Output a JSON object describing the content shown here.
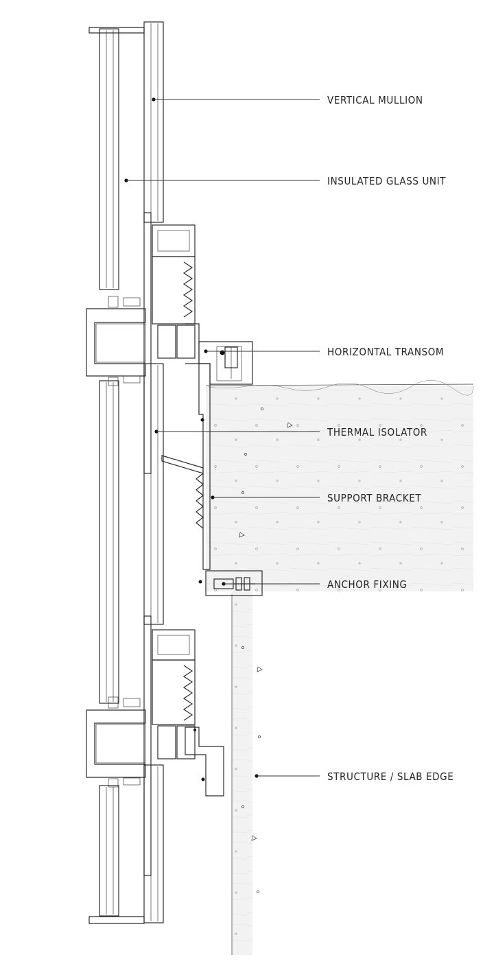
{
  "drawing": {
    "labels": [
      "VERTICAL MULLION",
      "INSULATED GLASS UNIT",
      "HORIZONTAL TRANSOM",
      "THERMAL ISOLATOR",
      "SUPPORT BRACKET",
      "ANCHOR FIXING",
      "STRUCTURE / SLAB EDGE"
    ]
  }
}
